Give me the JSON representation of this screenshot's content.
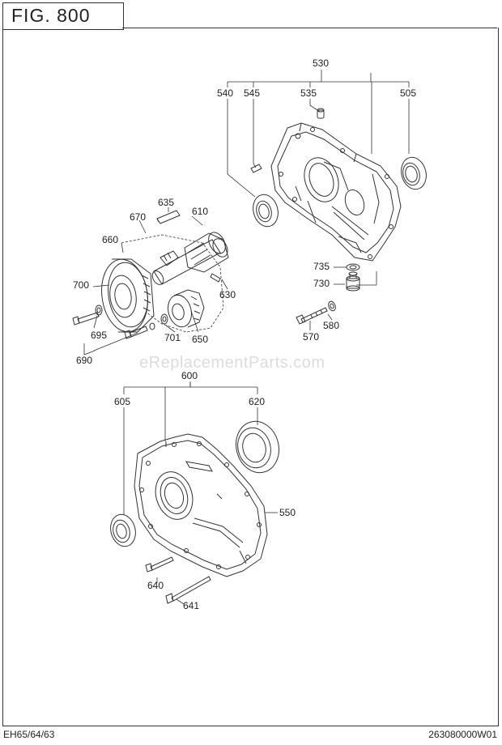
{
  "figure": {
    "title": "FIG. 800"
  },
  "footer": {
    "model": "EH65/64/63",
    "code": "263080000W01"
  },
  "watermark": "eReplacementParts.com",
  "callouts": {
    "c530": "530",
    "c540": "540",
    "c545": "545",
    "c535": "535",
    "c505": "505",
    "c635": "635",
    "c610": "610",
    "c670": "670",
    "c660": "660",
    "c700": "700",
    "c630": "630",
    "c695": "695",
    "c701": "701",
    "c650": "650",
    "c690": "690",
    "c735": "735",
    "c730": "730",
    "c570": "570",
    "c580": "580",
    "c600": "600",
    "c605": "605",
    "c620": "620",
    "c550": "550",
    "c640": "640",
    "c641": "641"
  }
}
